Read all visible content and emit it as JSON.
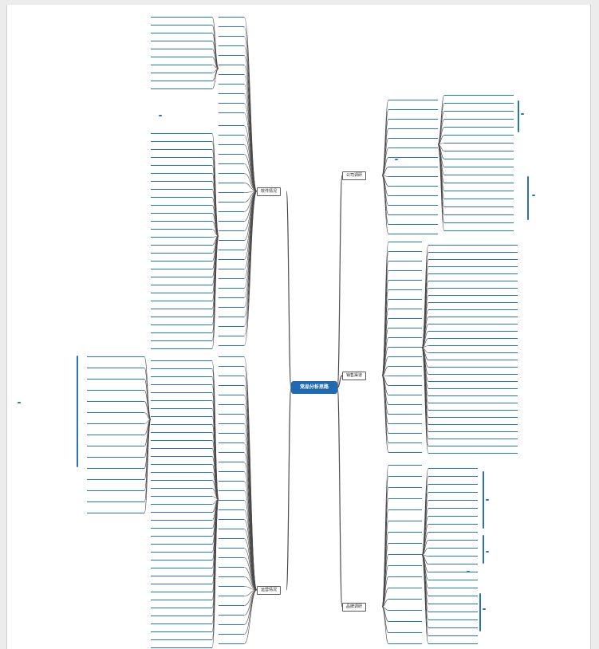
{
  "mindmap": {
    "center": {
      "label": "竞品分析思路"
    },
    "accent_color": "#2a73b8",
    "center_color": "#1f6ab1",
    "branches": {
      "top_right": {
        "label": "公司调研"
      },
      "mid_right": {
        "label": "销售渠道"
      },
      "bottom_right": {
        "label": "品牌调研"
      },
      "top_left": {
        "label": "软件情况"
      },
      "bottom_left": {
        "label": "运营情况"
      }
    },
    "marker_label": "工作"
  }
}
